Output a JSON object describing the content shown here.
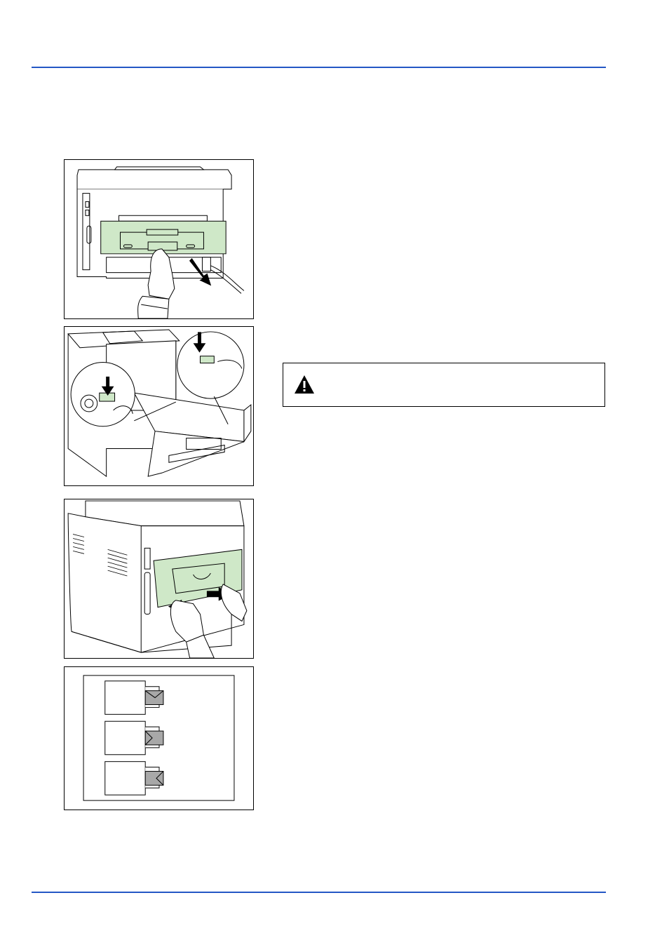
{
  "colors": {
    "rule": "#2457c5",
    "highlight_green": "#cfe8c8",
    "line": "#000000",
    "envelope_flap_gray": "#a8a8a8"
  },
  "figures": [
    {
      "icon": "printer-rear-cover-open-illustration"
    },
    {
      "icon": "duplex-unit-levers-illustration"
    },
    {
      "icon": "rear-cover-close-illustration"
    },
    {
      "icon": "envelope-orientation-diagram"
    }
  ],
  "caution": {
    "icon": "warning-triangle-icon",
    "text": ""
  }
}
